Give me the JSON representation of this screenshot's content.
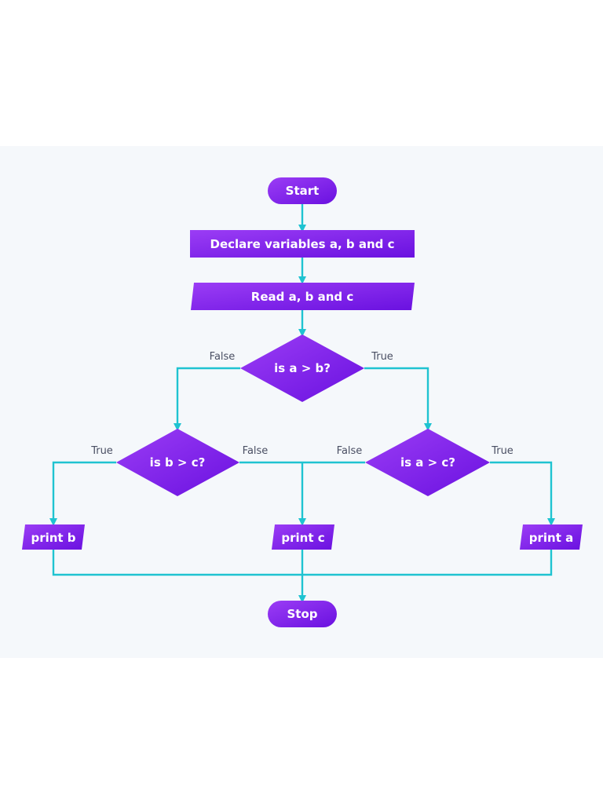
{
  "colors": {
    "panel_background": "#f5f8fb",
    "node_fill_start": "#9b3df5",
    "node_fill_end": "#6a11e0",
    "connector": "#1fc3d1",
    "edge_label": "#4a4f63"
  },
  "nodes": {
    "start": "Start",
    "declare": "Declare variables a, b and c",
    "read": "Read a, b and c",
    "decision_ab": "is a > b?",
    "decision_bc": "is b > c?",
    "decision_ac": "is a > c?",
    "print_b": "print b",
    "print_c": "print c",
    "print_a": "print a",
    "stop": "Stop"
  },
  "edge_labels": {
    "ab_false": "False",
    "ab_true": "True",
    "bc_true": "True",
    "bc_false": "False",
    "ac_false": "False",
    "ac_true": "True"
  }
}
